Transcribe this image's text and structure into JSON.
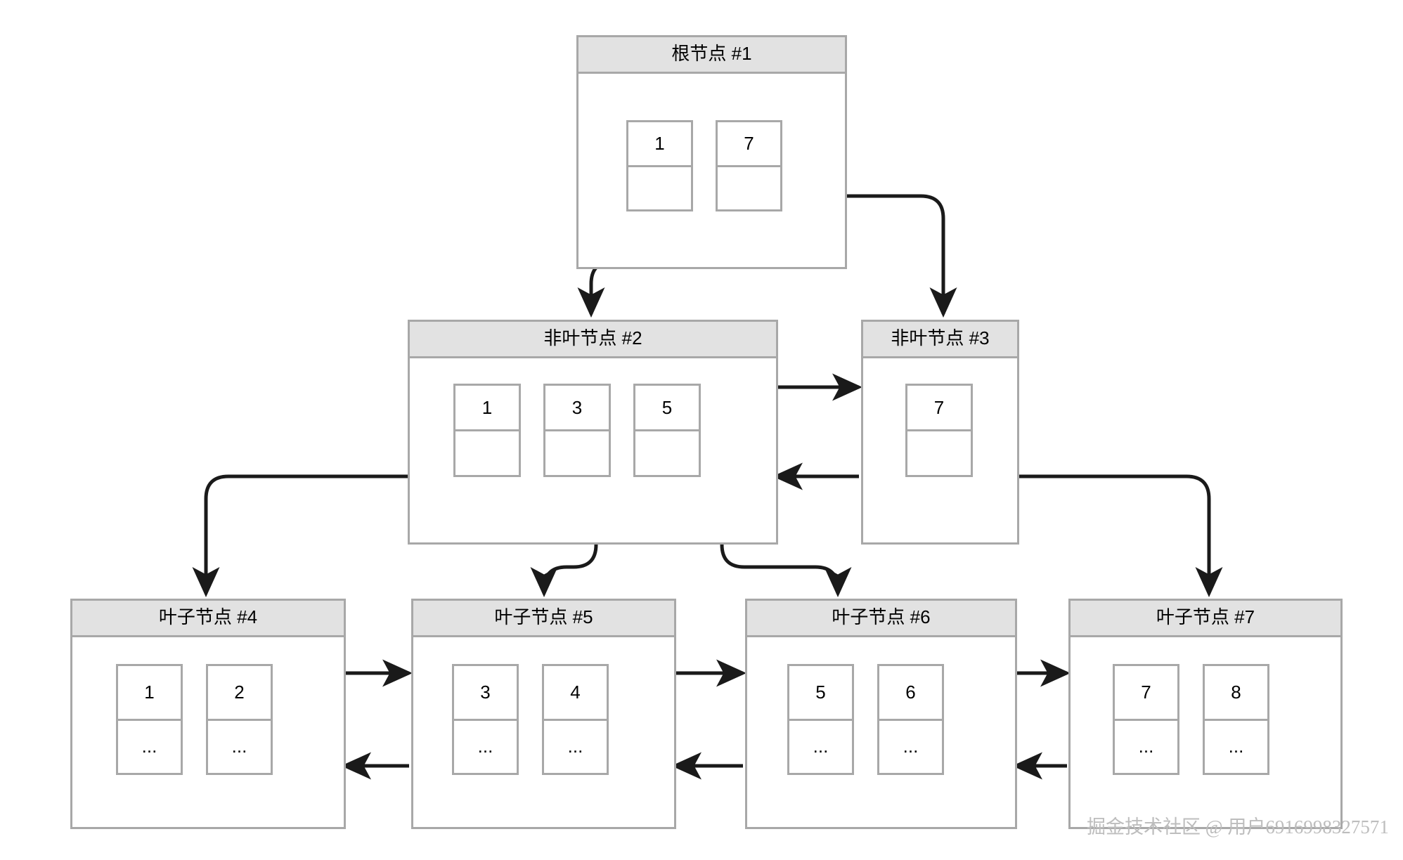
{
  "diagram": {
    "title": "B+ Tree structure diagram",
    "colors": {
      "node_border": "#a8a8a8",
      "header_fill": "#e2e2e2",
      "cell_border": "#a8a8a8",
      "connector": "#1a1a1a",
      "background": "#ffffff",
      "watermark": "#bdbdbd"
    },
    "ellipsis": "...",
    "watermark": "掘金技术社区 @ 用户6916998327571",
    "nodes": [
      {
        "id": "root-1",
        "label": "根节点 #1",
        "level": "root",
        "cells": [
          {
            "key": "1",
            "pointer": ""
          },
          {
            "key": "7",
            "pointer": ""
          }
        ]
      },
      {
        "id": "internal-2",
        "label": "非叶节点 #2",
        "level": "internal",
        "cells": [
          {
            "key": "1",
            "pointer": ""
          },
          {
            "key": "3",
            "pointer": ""
          },
          {
            "key": "5",
            "pointer": ""
          }
        ]
      },
      {
        "id": "internal-3",
        "label": "非叶节点 #3",
        "level": "internal",
        "cells": [
          {
            "key": "7",
            "pointer": ""
          }
        ]
      },
      {
        "id": "leaf-4",
        "label": "叶子节点 #4",
        "level": "leaf",
        "cells": [
          {
            "key": "1",
            "pointer": "..."
          },
          {
            "key": "2",
            "pointer": "..."
          }
        ]
      },
      {
        "id": "leaf-5",
        "label": "叶子节点 #5",
        "level": "leaf",
        "cells": [
          {
            "key": "3",
            "pointer": "..."
          },
          {
            "key": "4",
            "pointer": "..."
          }
        ]
      },
      {
        "id": "leaf-6",
        "label": "叶子节点 #6",
        "level": "leaf",
        "cells": [
          {
            "key": "5",
            "pointer": "..."
          },
          {
            "key": "6",
            "pointer": "..."
          }
        ]
      },
      {
        "id": "leaf-7",
        "label": "叶子节点 #7",
        "level": "leaf",
        "cells": [
          {
            "key": "7",
            "pointer": "..."
          },
          {
            "key": "8",
            "pointer": "..."
          }
        ]
      }
    ],
    "edges": [
      {
        "from": "root-1.cell0",
        "to": "internal-2",
        "kind": "child-pointer"
      },
      {
        "from": "root-1.cell1",
        "to": "internal-3",
        "kind": "child-pointer"
      },
      {
        "from": "internal-2.cell0",
        "to": "leaf-4",
        "kind": "child-pointer"
      },
      {
        "from": "internal-2.cell1",
        "to": "leaf-5",
        "kind": "child-pointer"
      },
      {
        "from": "internal-2.cell2",
        "to": "leaf-6",
        "kind": "child-pointer"
      },
      {
        "from": "internal-3.cell0",
        "to": "leaf-7",
        "kind": "child-pointer"
      },
      {
        "from": "internal-2",
        "to": "internal-3",
        "kind": "sibling-next"
      },
      {
        "from": "internal-3",
        "to": "internal-2",
        "kind": "sibling-prev"
      },
      {
        "from": "leaf-4",
        "to": "leaf-5",
        "kind": "sibling-next"
      },
      {
        "from": "leaf-5",
        "to": "leaf-4",
        "kind": "sibling-prev"
      },
      {
        "from": "leaf-5",
        "to": "leaf-6",
        "kind": "sibling-next"
      },
      {
        "from": "leaf-6",
        "to": "leaf-5",
        "kind": "sibling-prev"
      },
      {
        "from": "leaf-6",
        "to": "leaf-7",
        "kind": "sibling-next"
      },
      {
        "from": "leaf-7",
        "to": "leaf-6",
        "kind": "sibling-prev"
      },
      {
        "from": "root-1.cell0",
        "to": "root-1.cell1",
        "kind": "key-next"
      },
      {
        "from": "internal-2.cell0",
        "to": "internal-2.cell1",
        "kind": "key-next"
      },
      {
        "from": "internal-2.cell1",
        "to": "internal-2.cell2",
        "kind": "key-next"
      },
      {
        "from": "leaf-4.cell0",
        "to": "leaf-4.cell1",
        "kind": "key-next"
      },
      {
        "from": "leaf-5.cell0",
        "to": "leaf-5.cell1",
        "kind": "key-next"
      },
      {
        "from": "leaf-6.cell0",
        "to": "leaf-6.cell1",
        "kind": "key-next"
      },
      {
        "from": "leaf-7.cell0",
        "to": "leaf-7.cell1",
        "kind": "key-next"
      }
    ]
  }
}
